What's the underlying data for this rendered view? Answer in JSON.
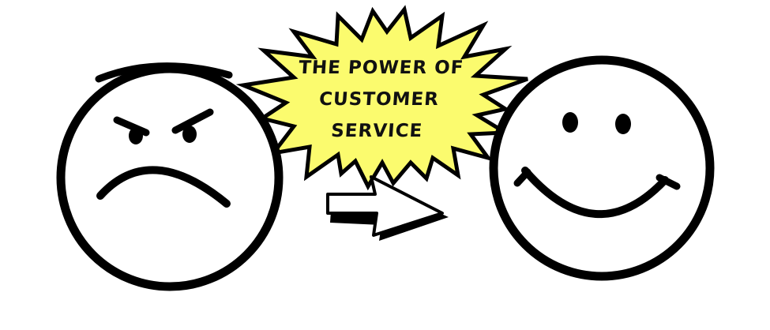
{
  "illustration": {
    "headline_lines": [
      "THE POWER OF",
      "CUSTOMER",
      "SERVICE"
    ],
    "left_face": {
      "expression": "angry",
      "icon": "angry-face-icon"
    },
    "right_face": {
      "expression": "happy",
      "icon": "smiley-face-icon"
    },
    "arrow": {
      "direction": "right",
      "icon": "arrow-right-icon"
    },
    "burst": {
      "icon": "comic-burst-icon"
    },
    "colors": {
      "burst_fill": "#fbfb6e",
      "stroke": "#000000",
      "background": "#ffffff"
    }
  }
}
